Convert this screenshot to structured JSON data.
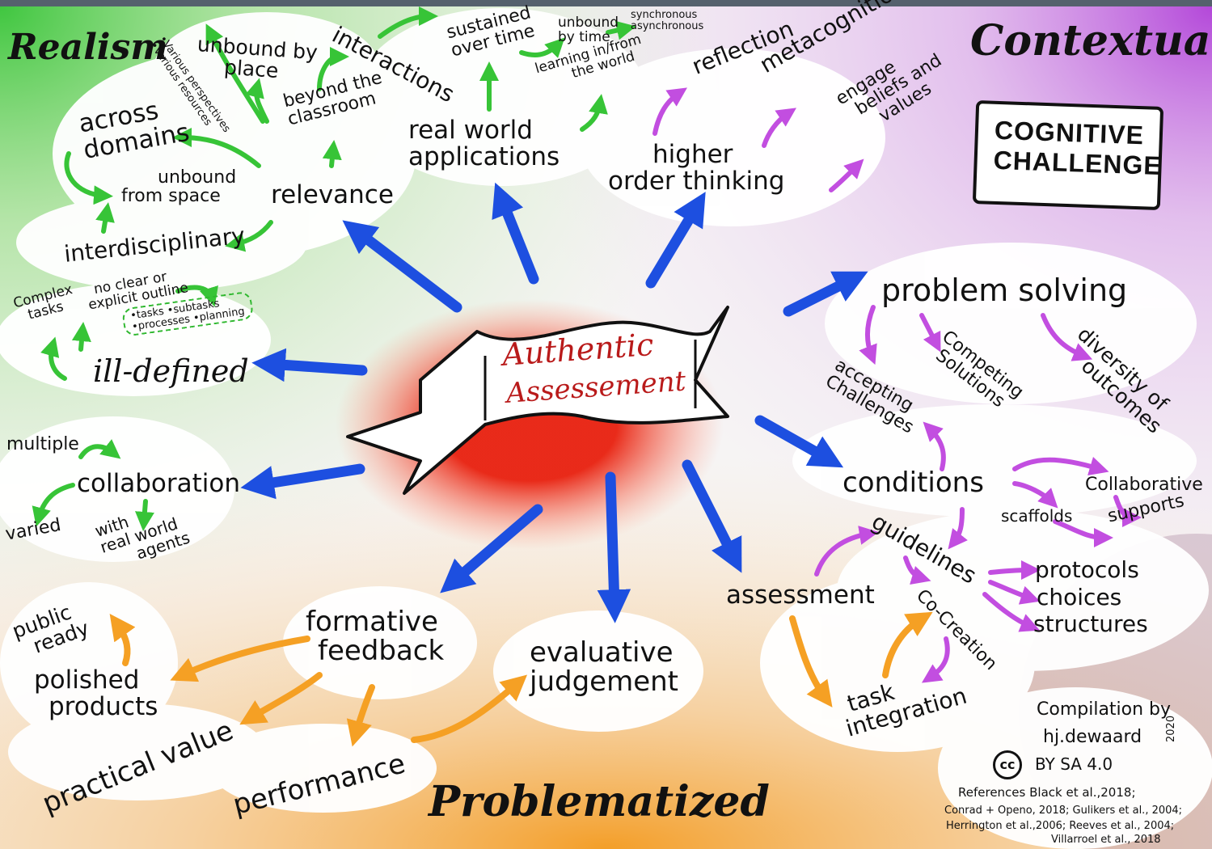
{
  "colors": {
    "green": "#37c437",
    "purple": "#c24ee0",
    "orange": "#f5a024",
    "blue": "#1d4fe0",
    "red": "#e02010"
  },
  "center": {
    "line1": "Authentic",
    "line2": "Assessement"
  },
  "headers": {
    "realism": "Realism",
    "contextual": "Contextual",
    "problematized": "Problematized"
  },
  "cognitive": {
    "line1": "COGNITIVE",
    "line2": "CHALLENGE"
  },
  "realism_nodes": {
    "unbound_place_1": "unbound by",
    "unbound_place_2": "place",
    "various_1": "•Various perspectives",
    "various_2": "•Various resources",
    "interactions": "interactions",
    "beyond_1": "beyond the",
    "beyond_2": "classroom",
    "across_1": "across",
    "across_2": "domains",
    "unbound_space_1": "unbound",
    "unbound_space_2": "from space",
    "relevance": "relevance",
    "interdisciplinary": "interdisciplinary",
    "sustained_1": "sustained",
    "sustained_2": "over time",
    "unbound_time_1": "unbound",
    "unbound_time_2": "by time",
    "sync_1": "synchronous",
    "sync_2": "asynchronous",
    "learning_1": "learning in/from",
    "learning_2": "the world",
    "rwa_1": "real world",
    "rwa_2": "applications",
    "complex_1": "Complex",
    "complex_2": "tasks",
    "noclear_1": "no clear or",
    "noclear_2": "explicit outline",
    "tasks": "•tasks",
    "subtasks": "•subtasks",
    "processes": "•processes",
    "planning": "•planning",
    "ill_defined": "ill-defined",
    "multiple": "multiple",
    "collaboration": "collaboration",
    "varied": "varied",
    "with_1": "with",
    "with_2": "real world",
    "with_3": "agents"
  },
  "contextual_nodes": {
    "reflection": "reflection",
    "metacognition": "metacognition",
    "engage_1": "engage",
    "engage_2": "beliefs and",
    "engage_3": "values",
    "hot_1": "higher",
    "hot_2": "order thinking",
    "problem_solving": "problem solving",
    "competing_1": "Competing",
    "competing_2": "Solutions",
    "diversity_1": "diversity of",
    "diversity_2": "outcomes",
    "accepting_1": "accepting",
    "accepting_2": "Challenges",
    "conditions": "conditions",
    "collaborative": "Collaborative",
    "scaffolds": "scaffolds",
    "supports": "supports",
    "guidelines": "guidelines",
    "protocols": "protocols",
    "choices": "choices",
    "structures": "structures",
    "assessment": "assessment",
    "cocreation": "Co-Creation",
    "task_1": "task",
    "task_2": "integration"
  },
  "problem_nodes": {
    "formative_1": "formative",
    "formative_2": "feedback",
    "public_1": "public",
    "public_2": "ready",
    "polished_1": "polished",
    "polished_2": "products",
    "practical": "practical value",
    "performance": "performance",
    "evaluative_1": "evaluative",
    "evaluative_2": "judgement"
  },
  "credits": {
    "compilation": "Compilation by",
    "author": "hj.dewaard",
    "year": "2020",
    "cc": "cc",
    "license": "BY SA 4.0",
    "references_label": "References",
    "ref_1": "Black et al.,2018;",
    "ref_2": "Conrad + Openo, 2018; Gulikers et al., 2004;",
    "ref_3": "Herrington et al.,2006; Reeves et al., 2004;",
    "ref_4": "Villarroel et al., 2018"
  }
}
